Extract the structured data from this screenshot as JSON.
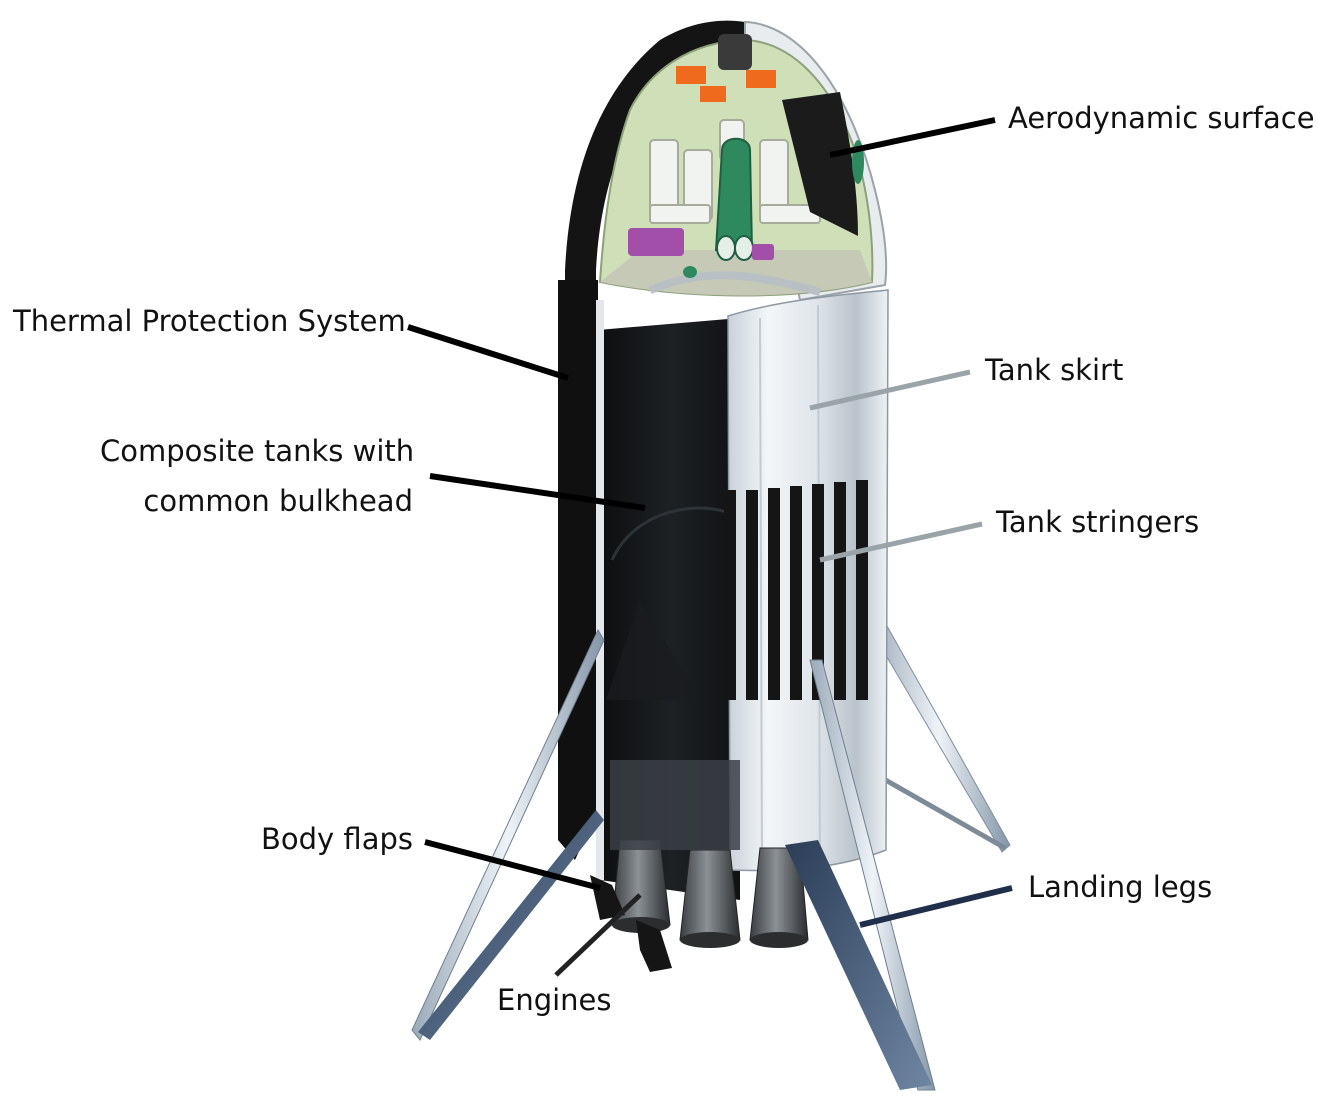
{
  "labels": {
    "aerodynamic_surface": "Aerodynamic surface",
    "thermal_protection_system": "Thermal Protection System",
    "tank_skirt": "Tank skirt",
    "composite_tanks_line1": "Composite tanks with",
    "composite_tanks_line2": "common bulkhead",
    "tank_stringers": "Tank stringers",
    "body_flaps": "Body flaps",
    "landing_legs": "Landing legs",
    "engines": "Engines"
  },
  "colors": {
    "background": "#ffffff",
    "label_text": "#111111",
    "leader_black": "#000000",
    "leader_grey": "#9aa3a8",
    "leader_blue": "#1f2f4a",
    "tps_black": "#141414",
    "tank_silver": "#dde3e8",
    "capsule_interior": "#cfe0b8",
    "seat_green": "#2e8a5e",
    "accent_orange": "#f06a1e",
    "accent_purple": "#a14fa8"
  }
}
